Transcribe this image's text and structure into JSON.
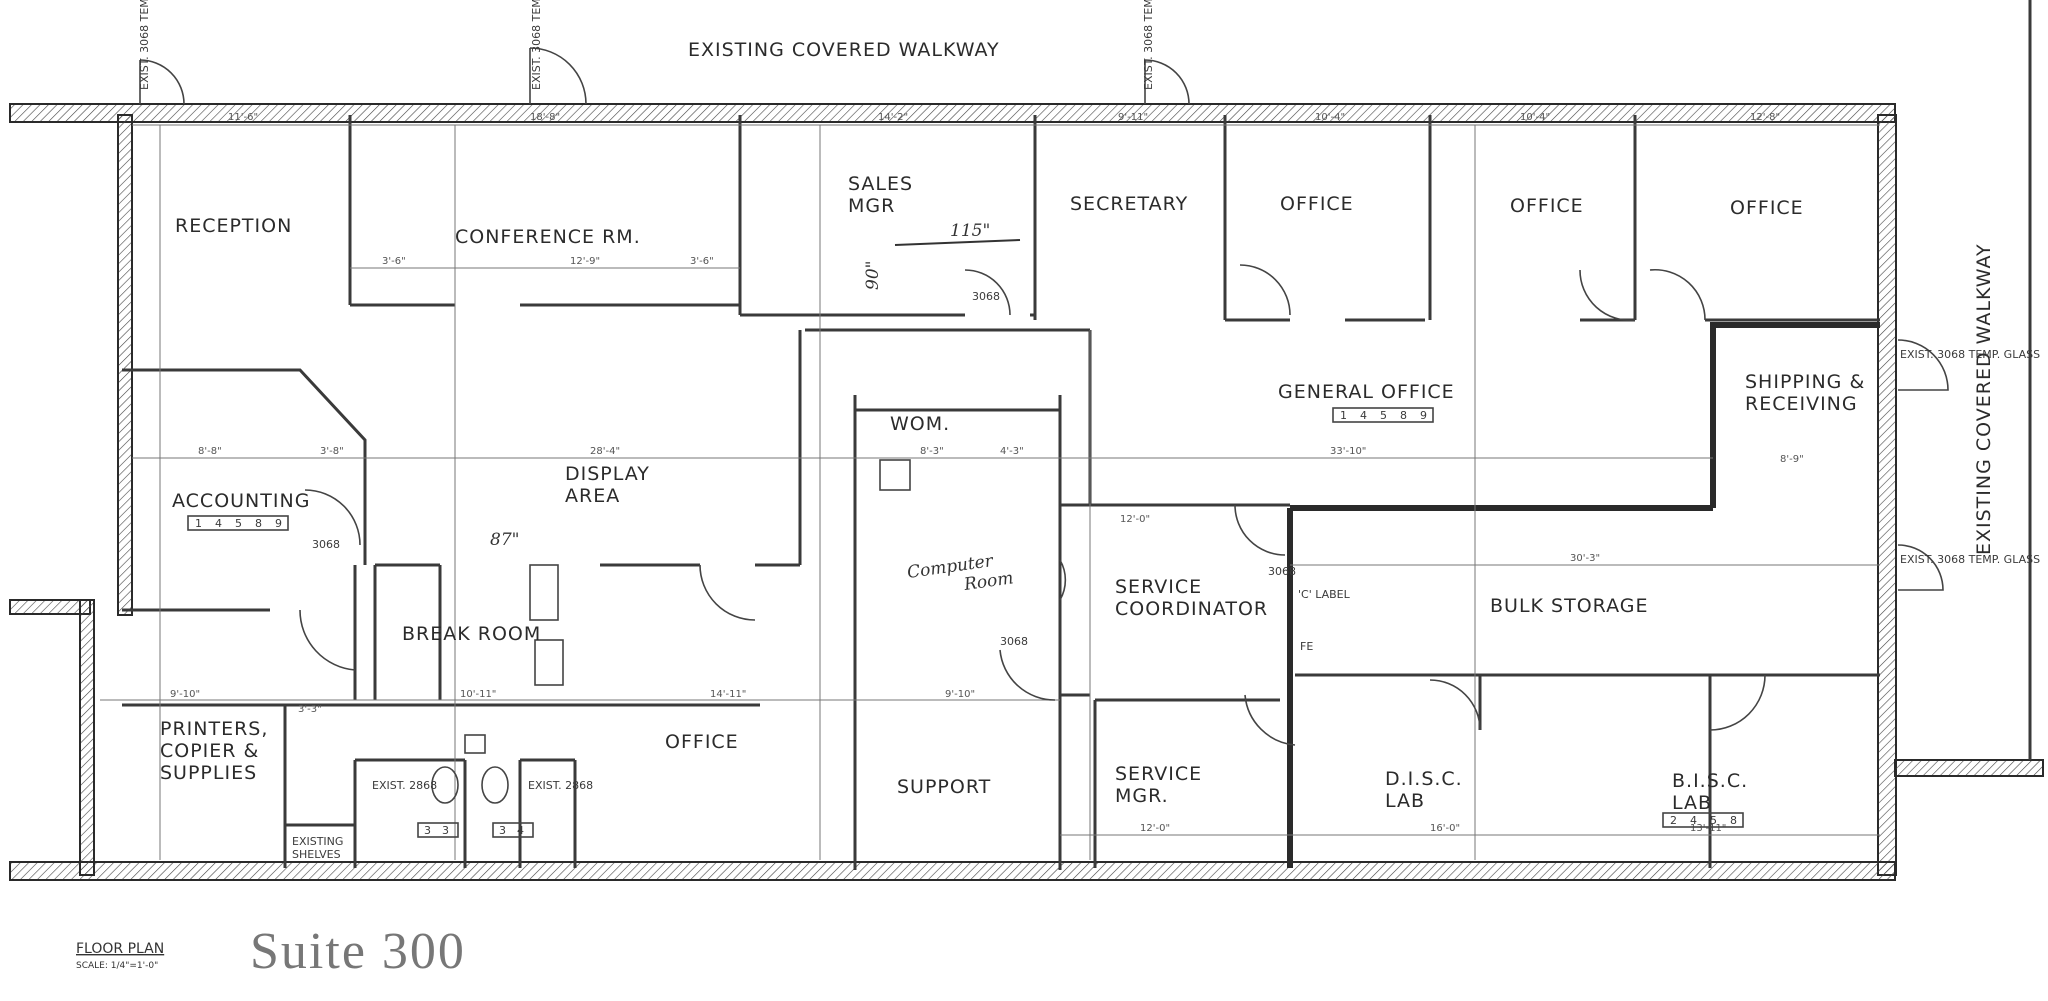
{
  "header": {
    "top_walkway": "EXISTING COVERED WALKWAY",
    "side_walkway": "EXISTING COVERED WALKWAY"
  },
  "rooms": {
    "reception": "RECEPTION",
    "conference": "CONFERENCE RM.",
    "sales_mgr_1": "SALES",
    "sales_mgr_2": "MGR",
    "secretary": "SECRETARY",
    "office_1": "OFFICE",
    "office_2": "OFFICE",
    "office_3": "OFFICE",
    "general_office": "GENERAL OFFICE",
    "shipping_1": "SHIPPING &",
    "shipping_2": "RECEIVING",
    "accounting": "ACCOUNTING",
    "display_1": "DISPLAY",
    "display_2": "AREA",
    "wom": "WOM.",
    "computer_1": "Computer",
    "computer_2": "Room",
    "service_coord_1": "SERVICE",
    "service_coord_2": "COORDINATOR",
    "bulk_storage": "BULK STORAGE",
    "break_room": "BREAK ROOM",
    "printers_1": "PRINTERS,",
    "printers_2": "COPIER &",
    "printers_3": "SUPPLIES",
    "office_bottom": "OFFICE",
    "support": "SUPPORT",
    "service_mgr_1": "SERVICE",
    "service_mgr_2": "MGR.",
    "disc_lab_1": "D.I.S.C.",
    "disc_lab_2": "LAB",
    "bisc_lab_1": "B.I.S.C.",
    "bisc_lab_2": "LAB",
    "existing_shelves_1": "EXISTING",
    "existing_shelves_2": "SHELVES"
  },
  "dimensions": {
    "d1": "11'-6\"",
    "d2": "18'-8\"",
    "d3": "14'-2\"",
    "d4": "9'-11\"",
    "d5": "10'-4\"",
    "d6": "10'-4\"",
    "d7": "12'-8\"",
    "d8": "3'-6\"",
    "d9": "12'-9\"",
    "d10": "3'-6\"",
    "d11": "8'-8\"",
    "d12": "3'-8\"",
    "d13": "28'-4\"",
    "d14": "33'-10\"",
    "d15": "8'-9\"",
    "d16": "30'-3\"",
    "d17": "12'-0\"",
    "d18": "9'-10\"",
    "d19": "10'-11\"",
    "d20": "14'-11\"",
    "d21": "9'-10\"",
    "d22": "3'-3\"",
    "d23": "12'-0\"",
    "d24": "16'-0\"",
    "d25": "13'-11\"",
    "d26": "8'-3\"",
    "d27": "4'-3\""
  },
  "door_tags": {
    "door_code": "3068",
    "exist_door": "EXIST. 3068 TEMP. GLASS",
    "exist_2868": "EXIST. 2868",
    "c_label": "'C' LABEL",
    "fe": "FE"
  },
  "occupancy": {
    "general_office": [
      "1",
      "4",
      "5",
      "8",
      "9"
    ],
    "accounting": [
      "1",
      "4",
      "5",
      "8",
      "9"
    ],
    "bisc_lab": [
      "2",
      "4",
      "5",
      "8"
    ],
    "restroom_a": [
      "3",
      "3"
    ],
    "restroom_b": [
      "3",
      "4"
    ]
  },
  "handwritten": {
    "note_115": "115\"",
    "note_87": "87\"",
    "note_90": "90\""
  },
  "footer": {
    "floor_plan": "FLOOR PLAN",
    "scale": "SCALE: 1/4\"=1'-0\"",
    "suite": "Suite 300"
  }
}
